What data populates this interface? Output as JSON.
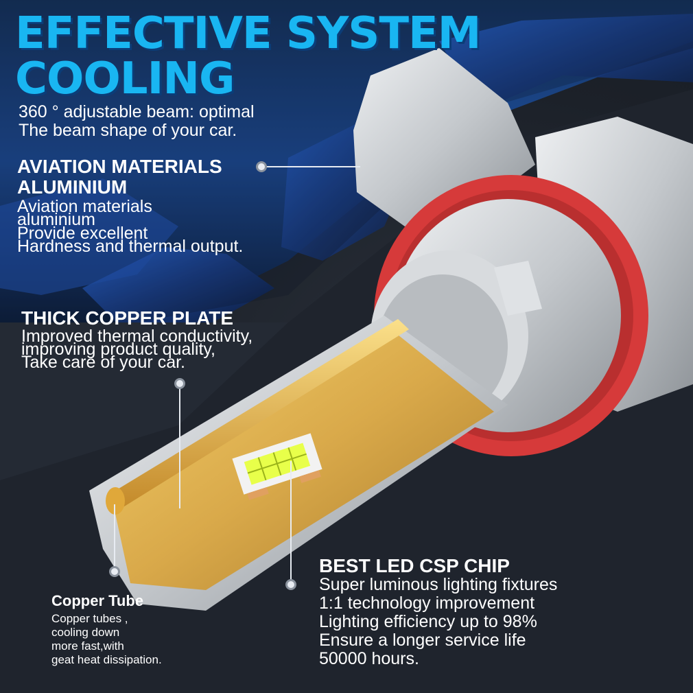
{
  "headline": {
    "line1": "EFFECTIVE SYSTEM",
    "line2": "COOLING"
  },
  "intro": {
    "line1": "360 ° adjustable beam: optimal",
    "line2": "The beam shape of your car."
  },
  "aviation": {
    "heading_line1": "AVIATION MATERIALS",
    "heading_line2": "ALUMINIUM",
    "body": [
      "Aviation materials",
      "aluminium",
      "Provide excellent",
      "Hardness and thermal output."
    ]
  },
  "copper_plate": {
    "heading": "THICK COPPER PLATE",
    "body": [
      "Improved thermal conductivity,",
      "improving product quality,",
      "Take care of your car."
    ]
  },
  "copper_tube": {
    "heading": "Copper Tube",
    "body": [
      "Copper tubes ,",
      "cooling down",
      "more fast,with",
      "geat heat dissipation."
    ]
  },
  "chip": {
    "heading": "BEST LED CSP CHIP",
    "body": [
      "Super luminous lighting fixtures",
      "1:1 technology improvement",
      "Lighting efficiency up to 98%",
      "Ensure a longer service life",
      "50000 hours."
    ]
  },
  "colors": {
    "headline": "#19b6f2",
    "headline_shadow": "#0b3d78",
    "background": "#1c2129",
    "seal_ring": "#d63a3a",
    "copper_plate": "#d9a94a",
    "aluminium": "#c9ccd0",
    "led_chip": "#e8ff4a"
  }
}
